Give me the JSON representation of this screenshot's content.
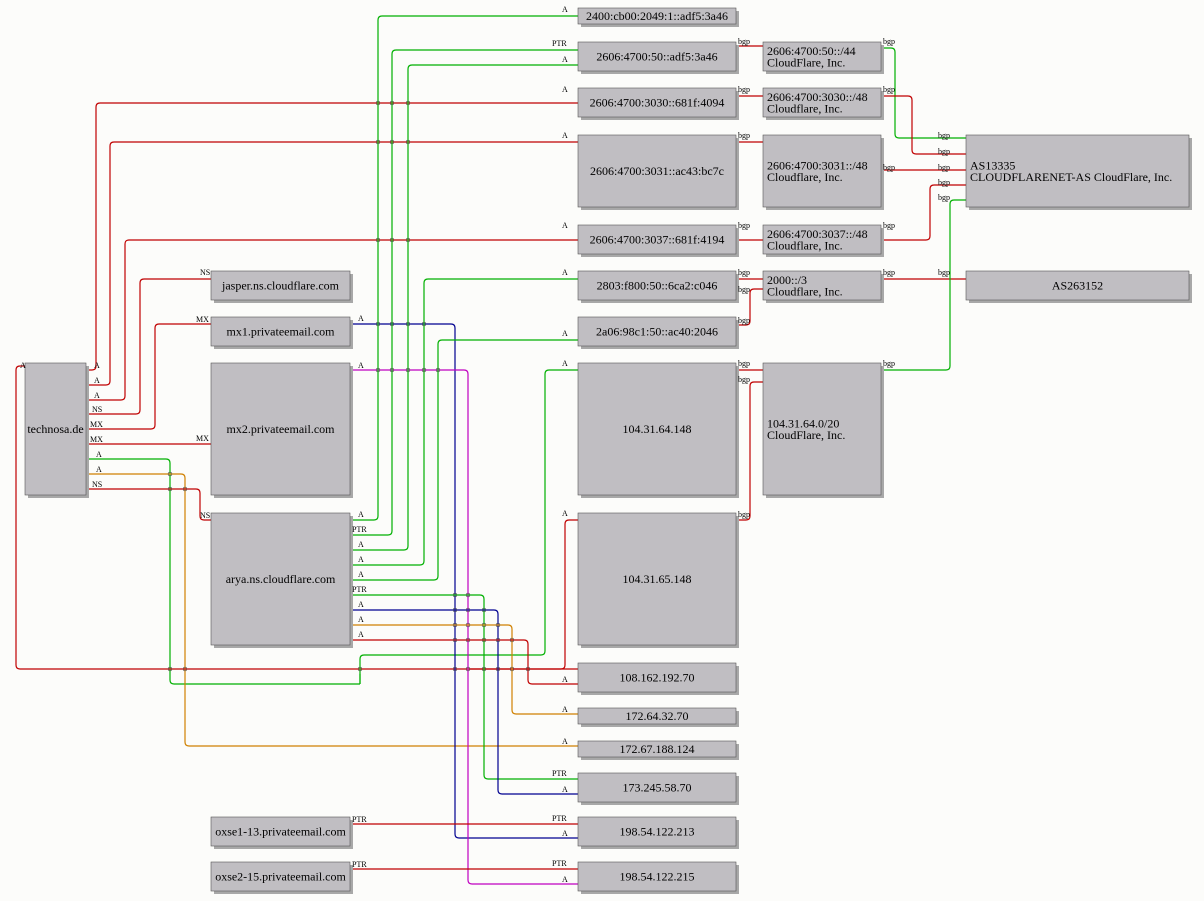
{
  "colors": {
    "node_fill": "#c0bec2",
    "node_shadow": "#a8a8a8",
    "red": "#c00000",
    "green": "#00b000",
    "blue": "#000090",
    "orange": "#d08000",
    "magenta": "#c000c0"
  },
  "nodes": {
    "technosa": {
      "lines": [
        "technosa.de"
      ]
    },
    "jasper": {
      "lines": [
        "jasper.ns.cloudflare.com"
      ]
    },
    "mx1": {
      "lines": [
        "mx1.privateemail.com"
      ]
    },
    "mx2": {
      "lines": [
        "mx2.privateemail.com"
      ]
    },
    "arya": {
      "lines": [
        "arya.ns.cloudflare.com"
      ]
    },
    "oxse1": {
      "lines": [
        "oxse1-13.privateemail.com"
      ]
    },
    "oxse2": {
      "lines": [
        "oxse2-15.privateemail.com"
      ]
    },
    "ip6_2400": {
      "lines": [
        "2400:cb00:2049:1::adf5:3a46"
      ]
    },
    "ip6_adf5": {
      "lines": [
        "2606:4700:50::adf5:3a46"
      ]
    },
    "ip6_681f4094": {
      "lines": [
        "2606:4700:3030::681f:4094"
      ]
    },
    "ip6_ac43": {
      "lines": [
        "2606:4700:3031::ac43:bc7c"
      ]
    },
    "ip6_681f4194": {
      "lines": [
        "2606:4700:3037::681f:4194"
      ]
    },
    "ip6_2803": {
      "lines": [
        "2803:f800:50::6ca2:c046"
      ]
    },
    "ip6_2a06": {
      "lines": [
        "2a06:98c1:50::ac40:2046"
      ]
    },
    "ip_104_64": {
      "lines": [
        "104.31.64.148"
      ]
    },
    "ip_104_65": {
      "lines": [
        "104.31.65.148"
      ]
    },
    "ip_108": {
      "lines": [
        "108.162.192.70"
      ]
    },
    "ip_172_64": {
      "lines": [
        "172.64.32.70"
      ]
    },
    "ip_172_67": {
      "lines": [
        "172.67.188.124"
      ]
    },
    "ip_173": {
      "lines": [
        "173.245.58.70"
      ]
    },
    "ip_198_213": {
      "lines": [
        "198.54.122.213"
      ]
    },
    "ip_198_215": {
      "lines": [
        "198.54.122.215"
      ]
    },
    "pfx_50_44": {
      "lines": [
        "2606:4700:50::/44",
        "CloudFlare, Inc."
      ]
    },
    "pfx_3030": {
      "lines": [
        "2606:4700:3030::/48",
        "Cloudflare, Inc."
      ]
    },
    "pfx_3031": {
      "lines": [
        "2606:4700:3031::/48",
        "Cloudflare, Inc."
      ]
    },
    "pfx_3037": {
      "lines": [
        "2606:4700:3037::/48",
        "Cloudflare, Inc."
      ]
    },
    "pfx_2000": {
      "lines": [
        "2000::/3",
        "Cloudflare, Inc."
      ]
    },
    "pfx_104": {
      "lines": [
        "104.31.64.0/20",
        "CloudFlare, Inc."
      ]
    },
    "as13335": {
      "lines": [
        "AS13335",
        "CLOUDFLARENET-AS CloudFlare, Inc."
      ]
    },
    "as263152": {
      "lines": [
        "AS263152"
      ]
    }
  },
  "edge_labels": {
    "a": "A",
    "ns": "NS",
    "mx": "MX",
    "ptr": "PTR",
    "bgp": "bgp"
  }
}
